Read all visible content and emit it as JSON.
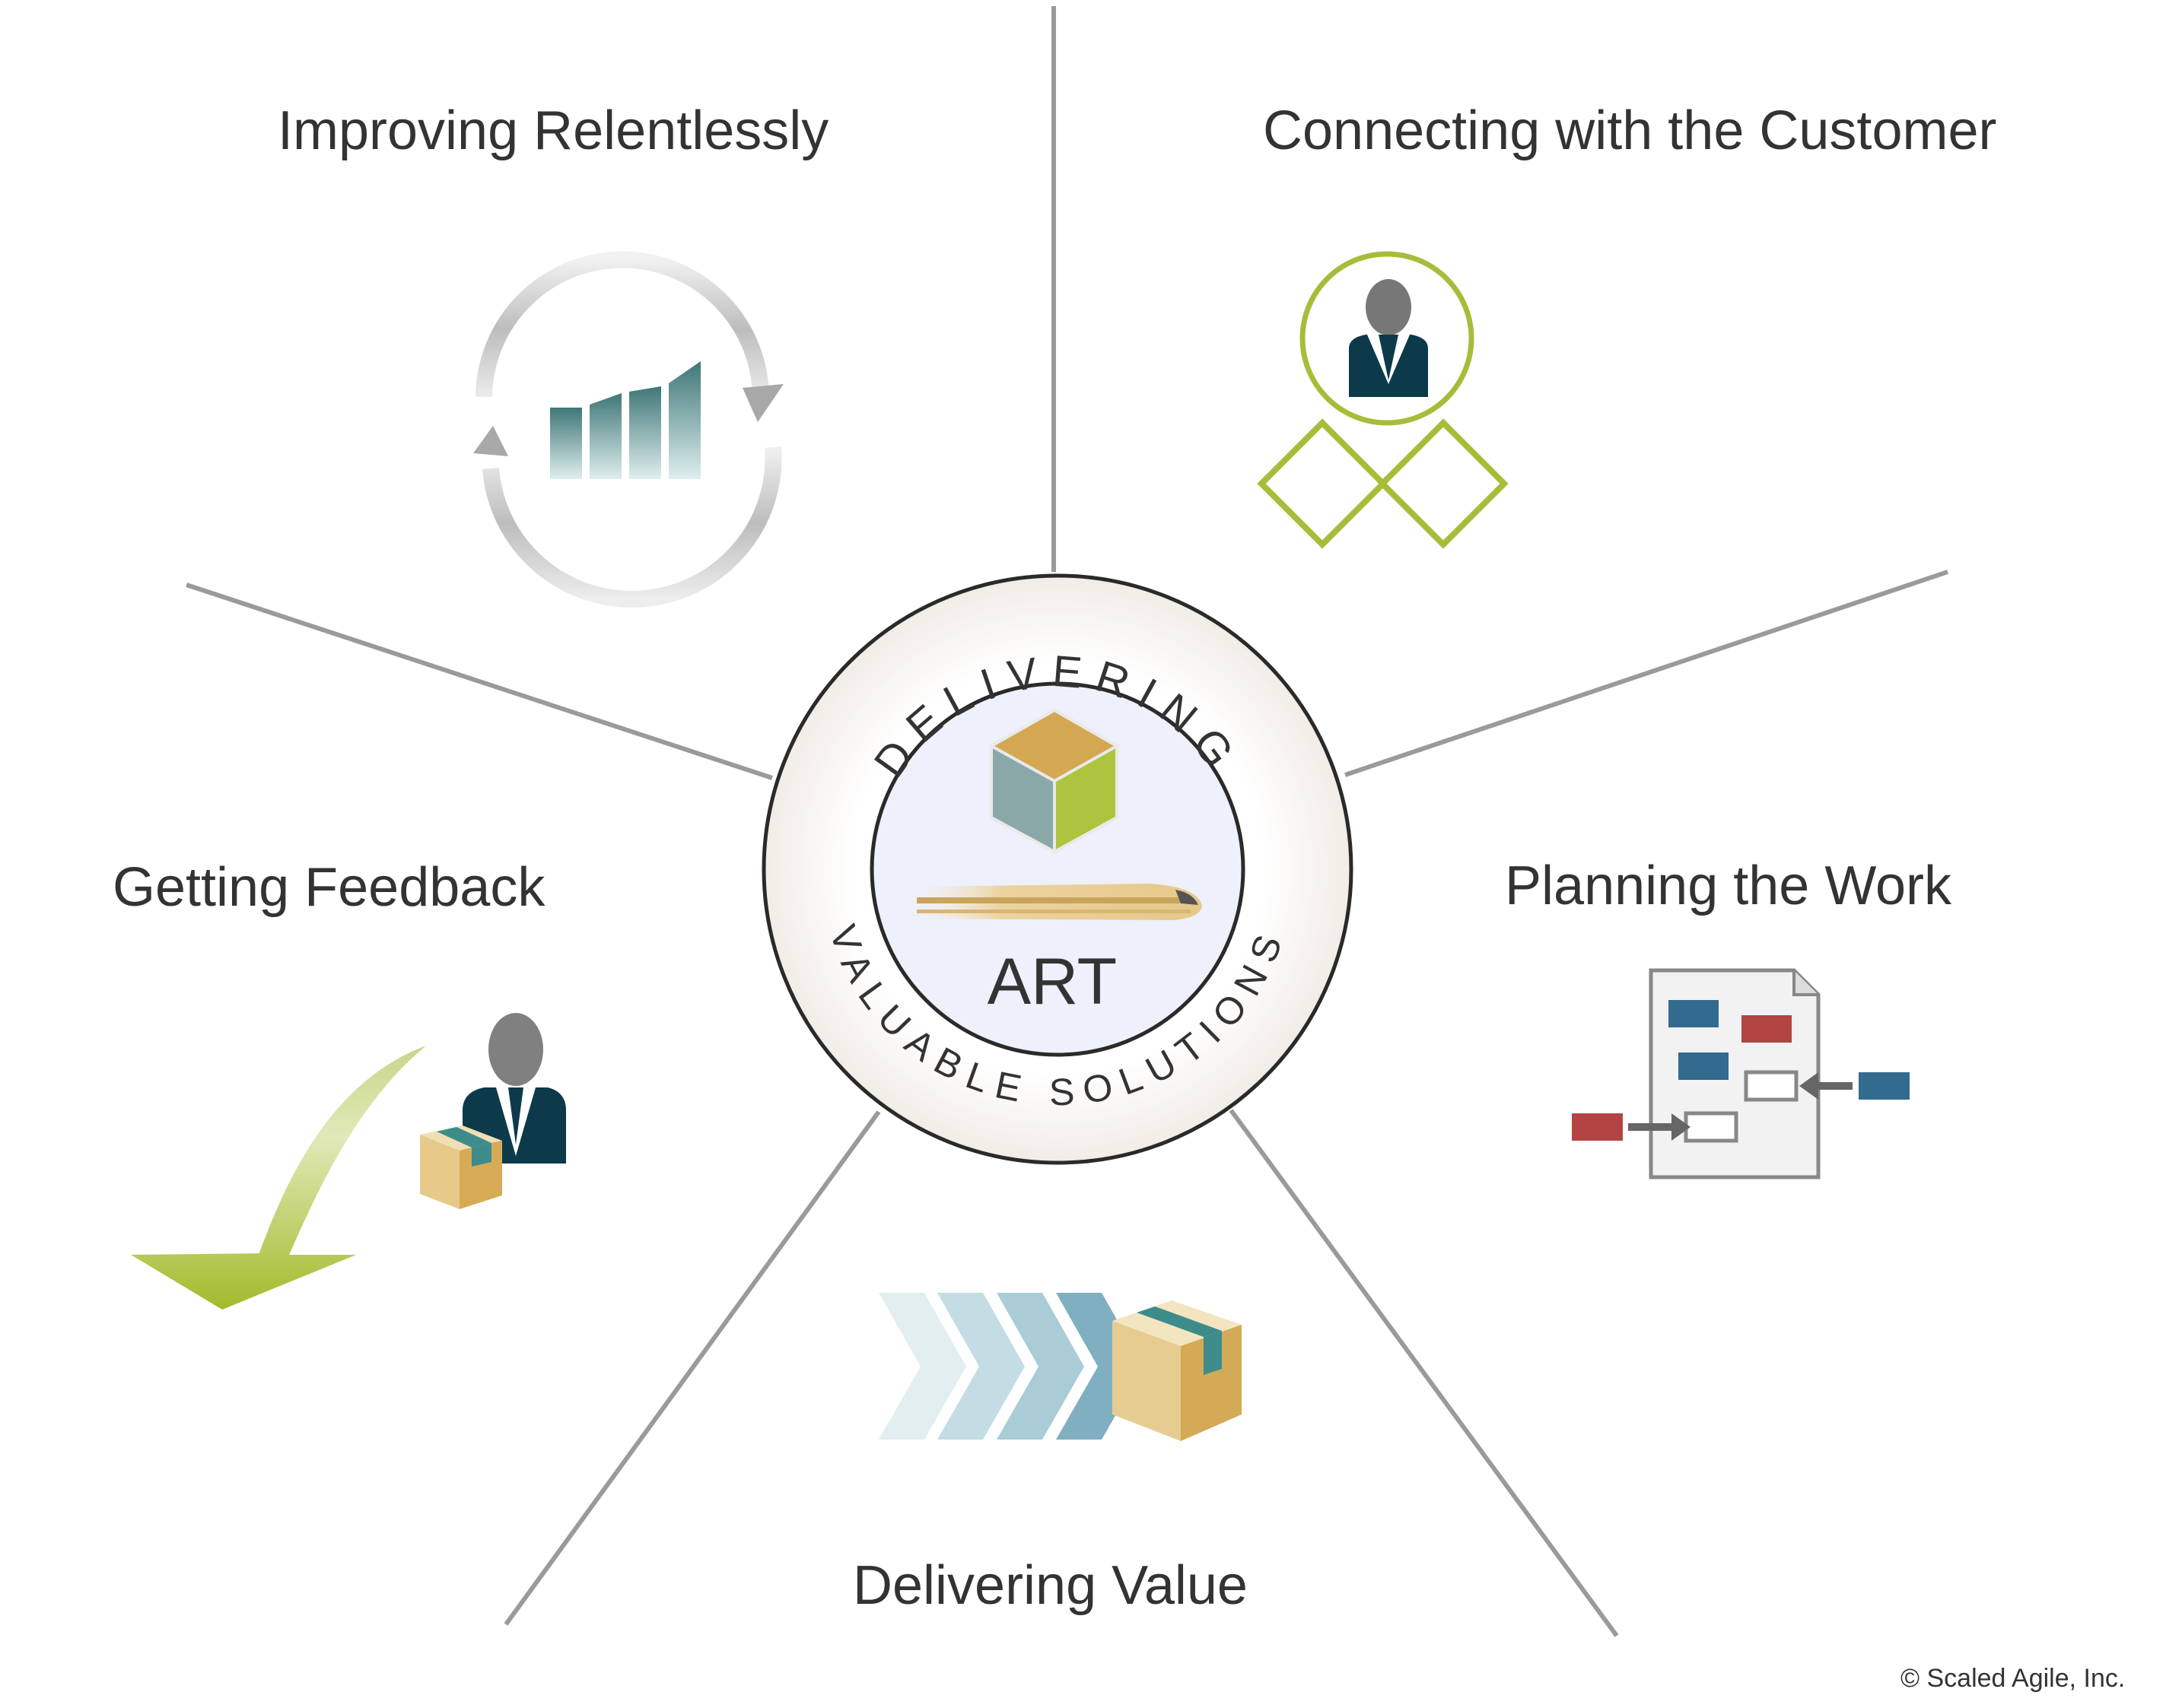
{
  "segments": {
    "improving": "Improving Relentlessly",
    "connecting": "Connecting with the Customer",
    "feedback": "Getting Feedback",
    "planning": "Planning the Work",
    "delivering": "Delivering Value"
  },
  "hub": {
    "ring_top": "DELIVERING",
    "ring_bottom": "VALUABLE SOLUTIONS",
    "center": "ART"
  },
  "credit": "© Scaled Agile, Inc.",
  "icons": {
    "improving": "cycle-bar-chart-icon",
    "connecting": "customer-diamonds-icon",
    "feedback": "feedback-arrow-person-icon",
    "planning": "planning-document-icon",
    "delivering": "chevrons-package-icon",
    "hub": "cube-train-icon"
  },
  "colors": {
    "green": "#a6bd3a",
    "teal": "#4a7f80",
    "navy": "#0d3a4a",
    "blue": "#336b8f",
    "red": "#b34444",
    "tan": "#d3aa55",
    "line": "#9a9a9a",
    "hub_fill": "#eef0fb"
  }
}
